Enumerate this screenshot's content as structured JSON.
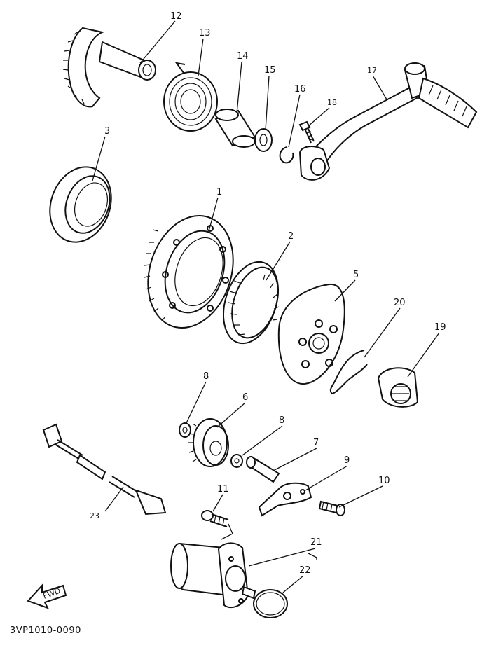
{
  "callouts": [
    "12",
    "13",
    "14",
    "15",
    "16",
    "17",
    "18",
    "3",
    "1",
    "2",
    "5",
    "20",
    "19",
    "8",
    "6",
    "8",
    "7",
    "9",
    "10",
    "11",
    "23",
    "21",
    "22"
  ],
  "fwd_label": "FWD",
  "diagram_code": "3VP1010-0090"
}
